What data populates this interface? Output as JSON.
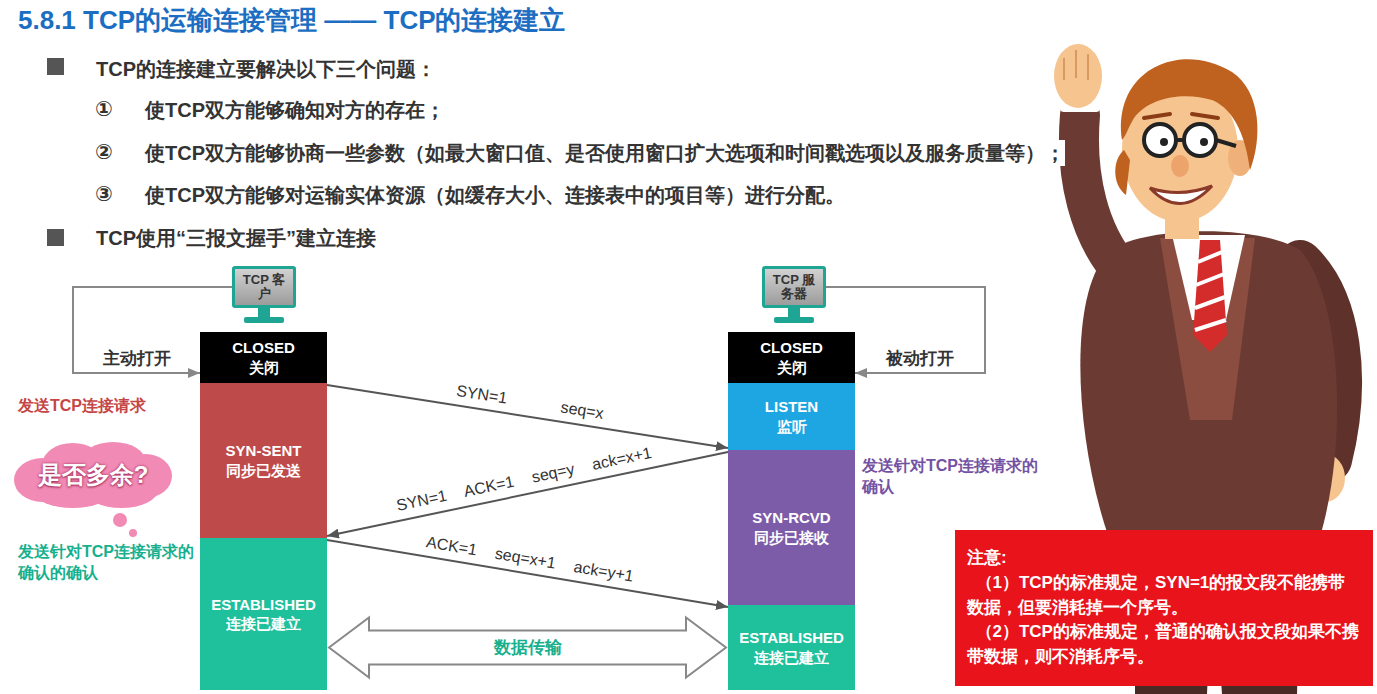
{
  "diagram": {
    "title": "5.8.1 TCP的运输连接管理 —— TCP的连接建立",
    "nodes": [
      {
        "text": [
          "TCP 客户"
        ]
      },
      {
        "text": [
          "TCP 服务器"
        ]
      },
      {
        "text": [
          "CLOSED",
          "关闭"
        ]
      },
      {
        "text": [
          "CLOSED",
          "关闭"
        ]
      },
      {
        "text": [
          "LISTEN",
          "监听"
        ]
      },
      {
        "text": [
          "SYN-SENT",
          "同步已发送"
        ]
      },
      {
        "text": [
          "是否多余?"
        ]
      },
      {
        "text": [
          "SYN-RCVD",
          "同步已接收"
        ]
      },
      {
        "text": [
          "ESTABLISHED",
          "连接已建立"
        ]
      },
      {
        "text": [
          "ESTABLISHED",
          "连接已建立"
        ]
      },
      {
        "text": [
          "注意:",
          "（1）TCP的标准规定，SYN=1的报文段不能携带数据，但要消耗掉一个序号。",
          "（2）TCP的标准规定，普通的确认报文段如果不携带数据，则不消耗序号。"
        ]
      }
    ],
    "edges": [
      {
        "from": 0,
        "to": 2,
        "label": "主动打开",
        "arrow": "to"
      },
      {
        "from": 1,
        "to": 3,
        "label": "被动打开",
        "arrow": "to"
      },
      {
        "from": 5,
        "to": 4,
        "label": "SYN=1 seq=x",
        "arrow": "to"
      },
      {
        "from": 7,
        "to": 5,
        "label": "SYN=1 ACK=1 seq=y ack=x+1",
        "arrow": "to"
      },
      {
        "from": 8,
        "to": 9,
        "label": "ACK=1 seq=x+1 ack=y+1",
        "arrow": "to"
      },
      {
        "from": 8,
        "to": 9,
        "label": "数据传输",
        "arrow": "both"
      }
    ],
    "labels": [
      "TCP的连接建立要解决以下三个问题：",
      "①",
      "使TCP双方能够确知对方的存在；",
      "②",
      "使TCP双方能够协商一些参数（如最大窗口值、是否使用窗口扩大选项和时间戳选项以及服务质量等）；",
      "③",
      "使TCP双方能够对运输实体资源（如缓存大小、连接表中的项目等）进行分配。",
      "TCP使用“三报文握手”建立连接",
      "发送TCP连接请求",
      "发送针对TCP连接请求的确认",
      "发送针对TCP连接请求的确认的确认"
    ]
  }
}
